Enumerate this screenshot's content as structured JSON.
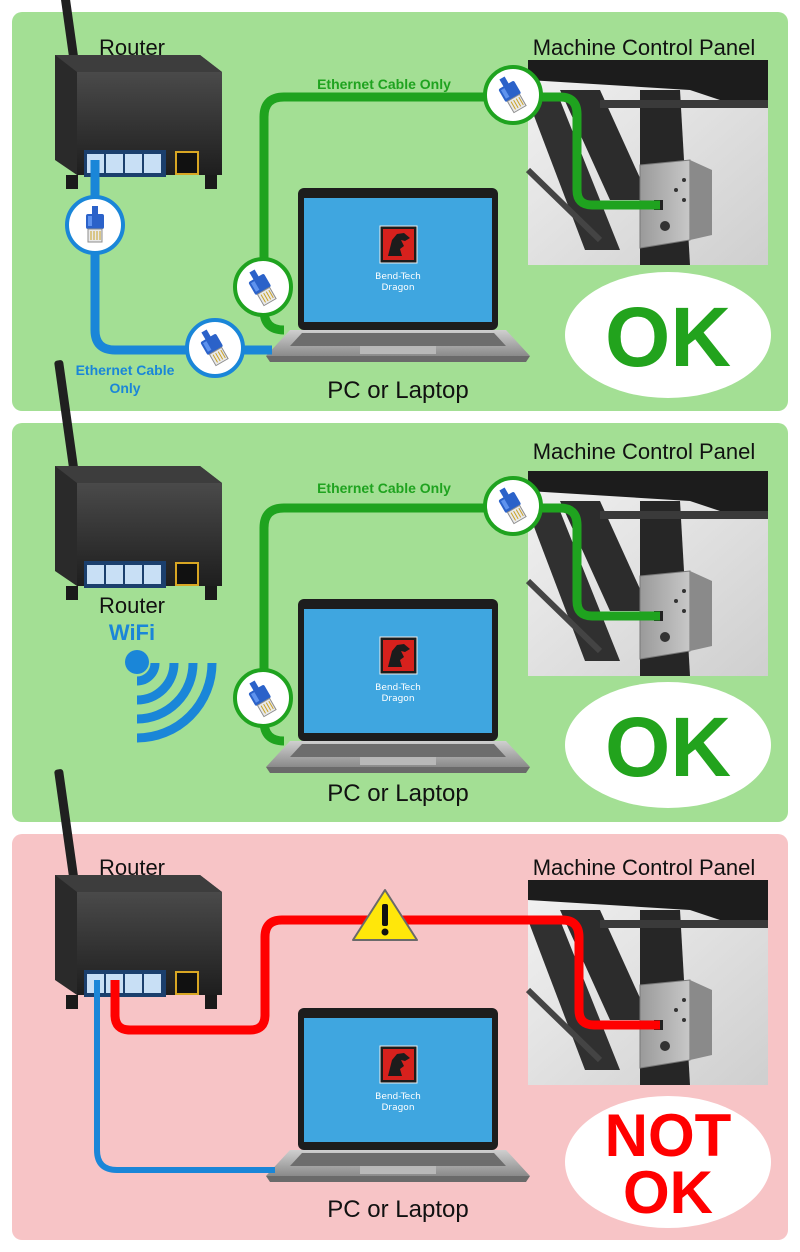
{
  "colors": {
    "ok_bg": "#a3df94",
    "notok_bg": "#f7c4c6",
    "green_cable": "#1fa31f",
    "blue_cable": "#1a86d8",
    "red_cable": "#ff0000",
    "ok_text": "#22a31d",
    "notok_text": "#ff0000",
    "screen": "#3fa6e0",
    "warning": "#ffe70a"
  },
  "icons": {
    "connector": "rj45-connector-icon",
    "router": "router-icon",
    "laptop": "laptop-icon",
    "app": "dragon-app-icon",
    "warning": "warning-triangle-icon",
    "wifi": "wifi-icon"
  },
  "panel1": {
    "router_label": "Router",
    "machine_label": "Machine Control Panel",
    "green_cable_label": "Ethernet Cable Only",
    "blue_cable_label_line1": "Ethernet Cable",
    "blue_cable_label_line2": "Only",
    "laptop_label": "PC or Laptop",
    "app_line1": "Bend-Tech",
    "app_line2": "Dragon",
    "verdict": "OK"
  },
  "panel2": {
    "machine_label": "Machine Control Panel",
    "green_cable_label": "Ethernet Cable Only",
    "router_label": "Router",
    "wifi_label": "WiFi",
    "laptop_label": "PC or Laptop",
    "app_line1": "Bend-Tech",
    "app_line2": "Dragon",
    "verdict": "OK"
  },
  "panel3": {
    "router_label": "Router",
    "machine_label": "Machine Control Panel",
    "laptop_label": "PC or Laptop",
    "app_line1": "Bend-Tech",
    "app_line2": "Dragon",
    "verdict_line1": "NOT",
    "verdict_line2": "OK"
  }
}
